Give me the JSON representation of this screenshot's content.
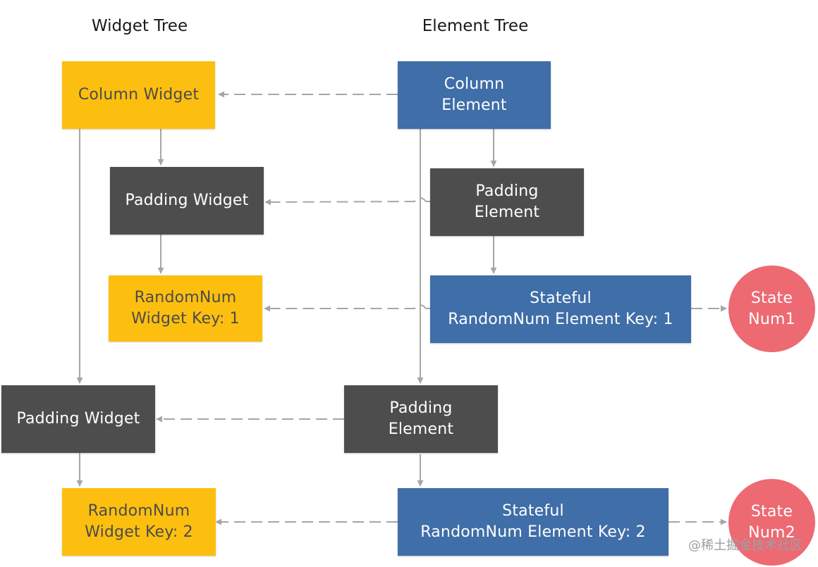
{
  "headings": {
    "widget_tree": "Widget Tree",
    "element_tree": "Element Tree"
  },
  "nodes": {
    "column_widget": "Column Widget",
    "column_element": "Column\nElement",
    "padding_widget_1": "Padding Widget",
    "padding_element_1": "Padding\nElement",
    "randomnum_widget_1": "RandomNum\nWidget Key: 1",
    "randomnum_element_1": "Stateful\nRandomNum Element Key: 1",
    "state_1": "State\nNum1",
    "padding_widget_2": "Padding Widget",
    "padding_element_2": "Padding\nElement",
    "randomnum_widget_2": "RandomNum\nWidget Key: 2",
    "randomnum_element_2": "Stateful\nRandomNum Element Key: 2",
    "state_2": "State\nNum2"
  },
  "colors": {
    "widget_yellow": "#fdbf0f",
    "padding_dark": "#4d4d4d",
    "element_blue": "#3f6ea8",
    "state_red": "#ed6a72",
    "connector_gray": "#a6a6a6"
  },
  "watermark": "@稀土掘金技术社区"
}
